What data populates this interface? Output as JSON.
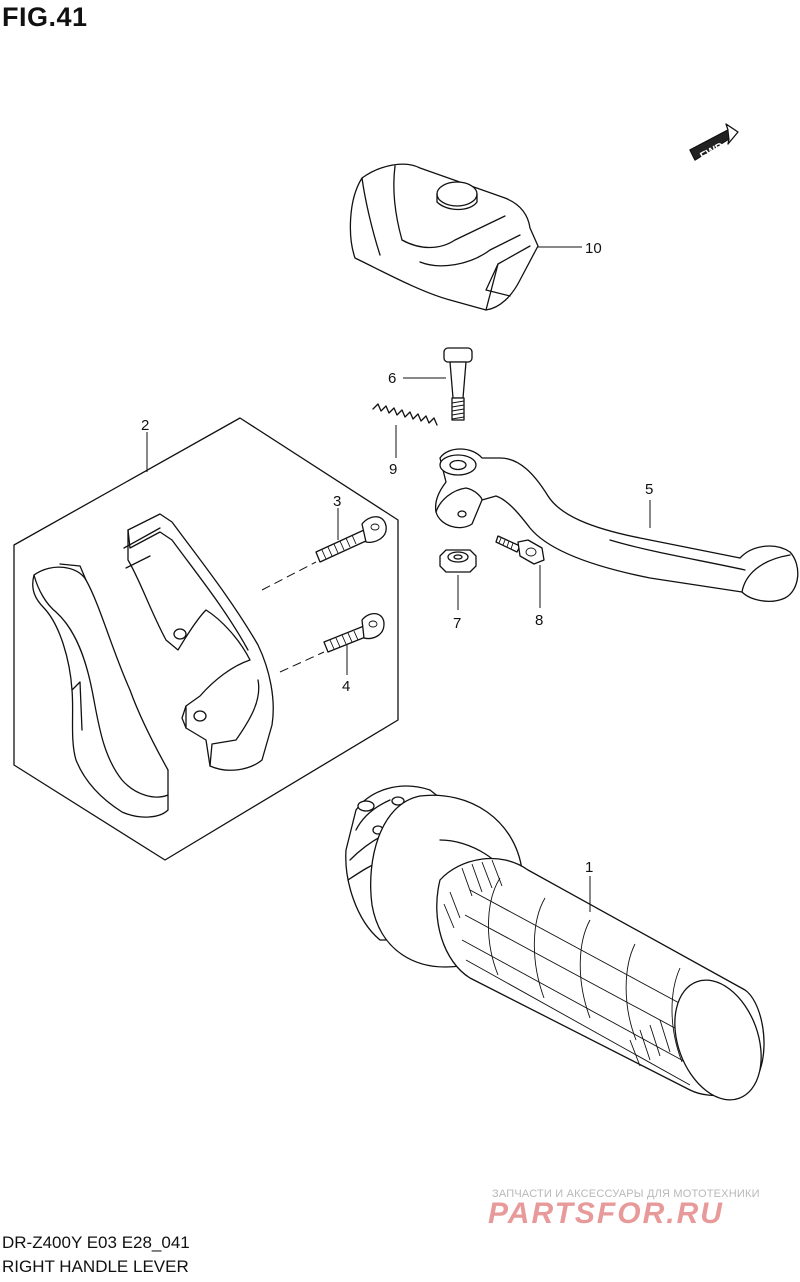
{
  "figure": {
    "title": "FIG.41",
    "model_code": "DR-Z400Y E03 E28_041",
    "assembly_name": "RIGHT HANDLE LEVER"
  },
  "fwd_badge": {
    "label": "FWD"
  },
  "callouts": [
    "1",
    "2",
    "3",
    "4",
    "5",
    "6",
    "7",
    "8",
    "9",
    "10"
  ],
  "parts": [
    {
      "ref": "1",
      "icon": "handle-grip-icon"
    },
    {
      "ref": "2",
      "icon": "lever-holder-set-icon"
    },
    {
      "ref": "3",
      "icon": "screw-icon"
    },
    {
      "ref": "4",
      "icon": "screw-icon"
    },
    {
      "ref": "5",
      "icon": "lever-icon"
    },
    {
      "ref": "6",
      "icon": "bolt-icon"
    },
    {
      "ref": "7",
      "icon": "nut-icon"
    },
    {
      "ref": "8",
      "icon": "bolt-icon"
    },
    {
      "ref": "9",
      "icon": "spring-icon"
    },
    {
      "ref": "10",
      "icon": "lever-cover-icon"
    }
  ],
  "watermark": {
    "line1": "ЗАПЧАСТИ И АКСЕССУАРЫ ДЛЯ МОТОТЕХНИКИ",
    "line2": "PARTSFOR.RU",
    "color": "#e89a9a"
  }
}
